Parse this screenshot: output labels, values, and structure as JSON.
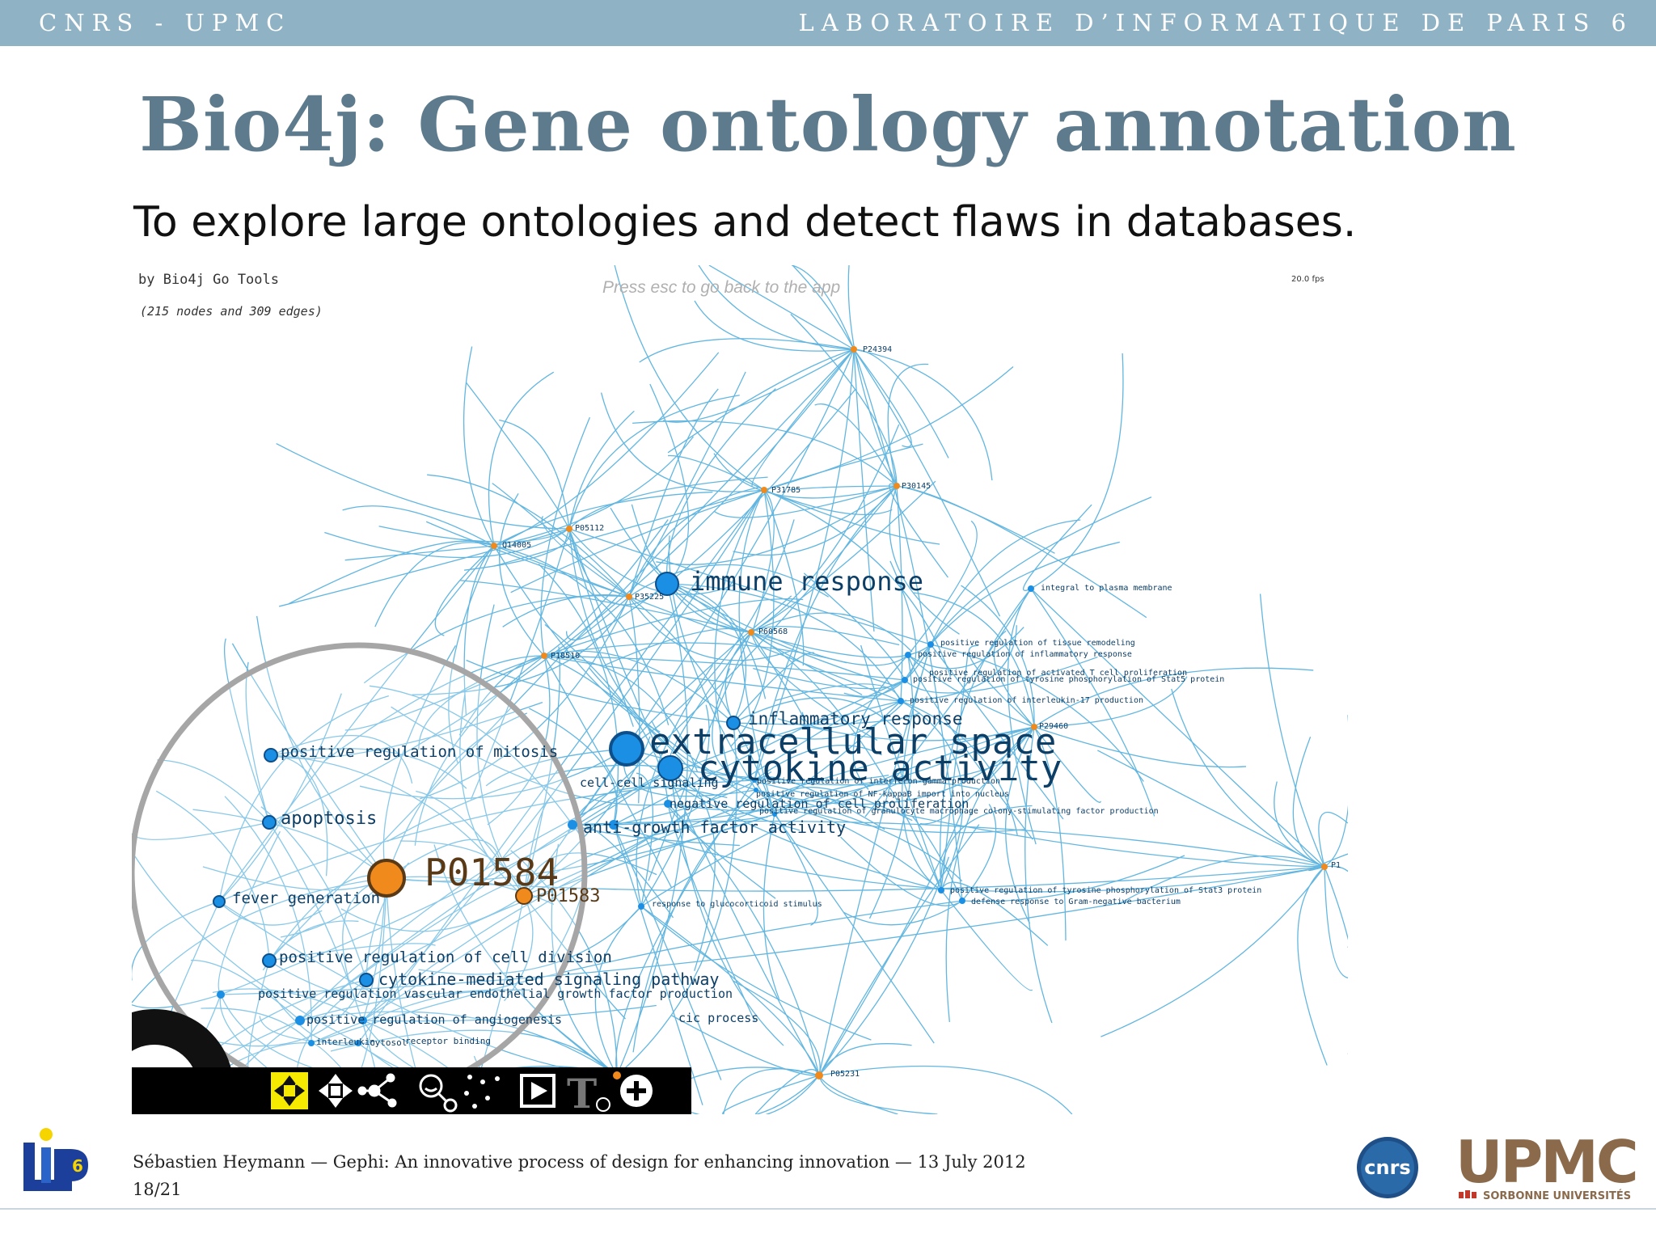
{
  "header": {
    "left": "CNRS - UPMC",
    "right": "LABORATOIRE D’INFORMATIQUE DE PARIS 6"
  },
  "slide": {
    "title": "Bio4j: Gene ontology annotation",
    "subtitle": "To explore large ontologies and detect flaws in databases."
  },
  "graph": {
    "credit": "by Bio4j Go Tools",
    "stats": "(215 nodes and 309 edges)",
    "hint": "Press esc to go back to the app",
    "fps": "20.0 fps",
    "labels_large": {
      "immune": "immune response",
      "extracellular": "extracellular space",
      "cytokine": "cytokine activity",
      "inflammatory": "inflammatory response",
      "growth": "anti-growth factor activity",
      "negative": "negative regulation of cell proliferation",
      "cellcell": "cell-cell signaling"
    },
    "labels_small": {
      "p24394": "P24394",
      "p31785": "P31785",
      "p30145": "P30145",
      "p05112": "P05112",
      "q14005": "Q14005",
      "p35225": "P35225",
      "p60568": "P60568",
      "p18510": "P18510",
      "p29460": "P29460",
      "p05231": "P05231",
      "p1": "P1",
      "plasma": "integral to plasma membrane",
      "tissue": "positive regulation of tissue remodeling",
      "inflamresp": "positive regulation of inflammatory response",
      "tcell": "positive regulation of activated T cell proliferation",
      "stat": "positive regulation of tyrosine phosphorylation of Stat5 protein",
      "il17": "positive regulation of interleukin-17 production",
      "interferon": "positive regulation of interferon-gamma production",
      "nfkb": "positive regulation of NF-kappaB import into nucleus",
      "granulocyte": "positive regulation of granulocyte macrophage colony-stimulating factor production",
      "glucocorticoid": "response to glucocorticoid stimulus",
      "stat3": "positive regulation of tyrosine phosphorylation of Stat3 protein",
      "gramneg": "defense response to Gram-negative bacterium",
      "vegf": "positive regulation vascular endothelial growth factor production",
      "angio": "positive regulation of angiogenesis",
      "metabolic": "cic process"
    },
    "lens": {
      "mitosis": "positive regulation of mitosis",
      "apoptosis": "apoptosis",
      "fever": "fever generation",
      "p01584": "P01584",
      "p01583": "P01583",
      "division": "positive regulation of cell division",
      "cytokine_pathway": "cytokine-mediated signaling pathway",
      "interleukin": "interleukin",
      "cytosol": "cytosol",
      "receptor": "receptor binding"
    }
  },
  "footer": {
    "citation": "Sébastien Heymann — Gephi: An innovative process of design for enhancing innovation — 13 July 2012",
    "page": "18/21",
    "cnrs": "CNRS",
    "upmc": "UPMC",
    "sorbonne": "SORBONNE UNIVERSITÉS",
    "lip6": "LIP6"
  },
  "colors": {
    "header_bg": "#8fb2c4",
    "title": "#5d7b8d",
    "edge": "#2e9ed6",
    "node_blue": "#1a8fe3",
    "node_orange": "#f08a1c",
    "upmc_brown": "#8a6a4a"
  }
}
